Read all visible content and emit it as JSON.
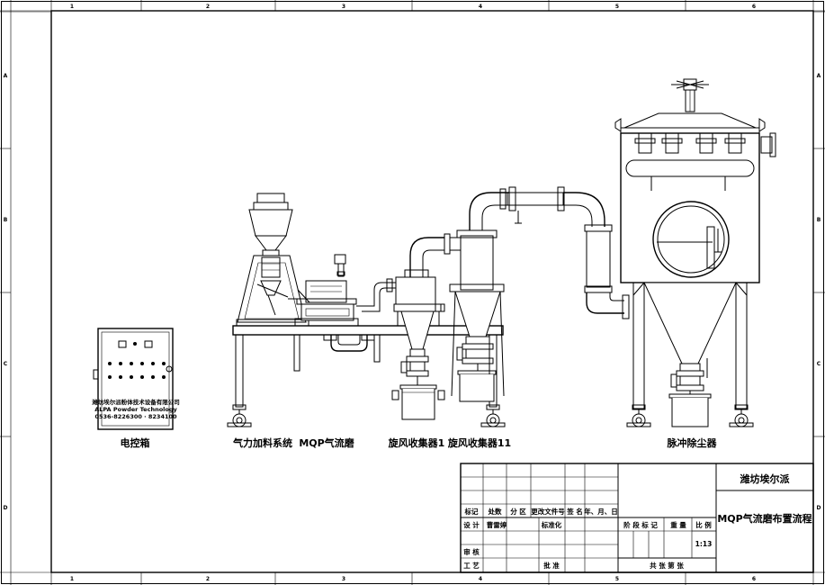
{
  "border": {
    "columns": [
      "1",
      "2",
      "3",
      "4",
      "5",
      "6"
    ],
    "rows": [
      "A",
      "B",
      "C",
      "D"
    ]
  },
  "labels": {
    "control_box": "电控箱",
    "feeding_system": "气力加料系统",
    "jet_mill": "MQP气流磨",
    "cyclone_1": "旋风收集器1",
    "cyclone_2": "旋风收集器11",
    "dust_collector": "脉冲除尘器"
  },
  "control_box_plate": {
    "line1": "潍坊埃尔派粉体技术设备有限公司",
    "line2": "ALPA Powder Technology",
    "line3": "0536-8226300 · 8234100"
  },
  "title_block": {
    "company": "潍坊埃尔派",
    "drawing_title": "MQP气流磨布置流程",
    "h_mark": "标记",
    "h_count": "处数",
    "h_zone": "分 区",
    "h_doc": "更改文件号",
    "h_sign": "签 名",
    "h_date": "年、月、日",
    "design": "设 计",
    "designer": "曹雷婷",
    "standardize": "标准化",
    "review": "审 核",
    "process": "工 艺",
    "approve": "批 准",
    "stage_mark": "阶 段 标 记",
    "weight": "重 量",
    "scale_label": "比 例",
    "scale_value": "1:13",
    "sheets": "共      张   第      张"
  }
}
